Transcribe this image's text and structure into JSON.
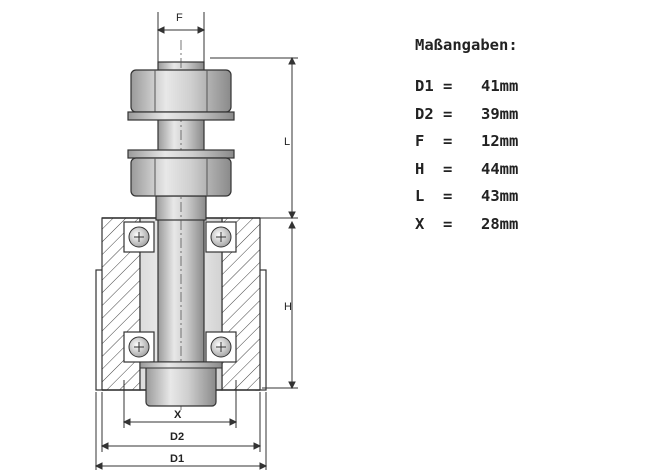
{
  "drawing": {
    "labels": {
      "F": "F",
      "L": "L",
      "H": "H",
      "X": "X",
      "D2": "D2",
      "D1": "D1"
    }
  },
  "specs": {
    "title": "Maßangaben:",
    "rows": [
      {
        "key": "D1",
        "eq": "=",
        "value": "41mm"
      },
      {
        "key": "D2",
        "eq": "=",
        "value": "39mm"
      },
      {
        "key": "F",
        "eq": "=",
        "value": "12mm"
      },
      {
        "key": "H",
        "eq": "=",
        "value": "44mm"
      },
      {
        "key": "L",
        "eq": "=",
        "value": "43mm"
      },
      {
        "key": "X",
        "eq": "=",
        "value": "28mm"
      }
    ]
  }
}
